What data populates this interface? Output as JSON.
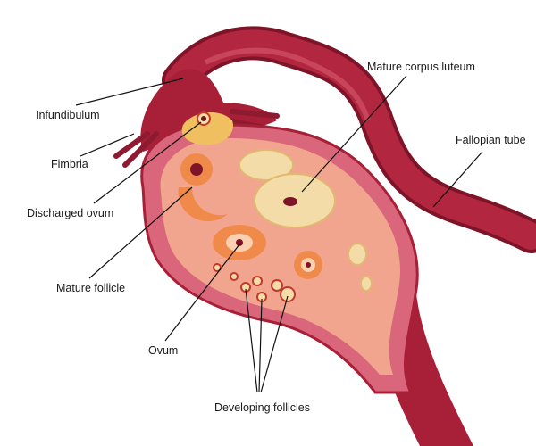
{
  "labels": {
    "infundibulum": "Infundibulum",
    "fimbria": "Fimbria",
    "discharged_ovum": "Discharged ovum",
    "mature_follicle": "Mature follicle",
    "ovum": "Ovum",
    "developing_follicles": "Developing follicles",
    "mature_corpus_luteum": "Mature corpus luteum",
    "fallopian_tube": "Fallopian tube"
  },
  "colors": {
    "tube": "#b3263f",
    "tube_dark": "#7e1428",
    "ovary_outer": "#d9667a",
    "ovary_inner": "#f2a58e",
    "follicle": "#f08a4a",
    "corpus_luteum": "#f3dca8",
    "leader_line": "#111111"
  }
}
